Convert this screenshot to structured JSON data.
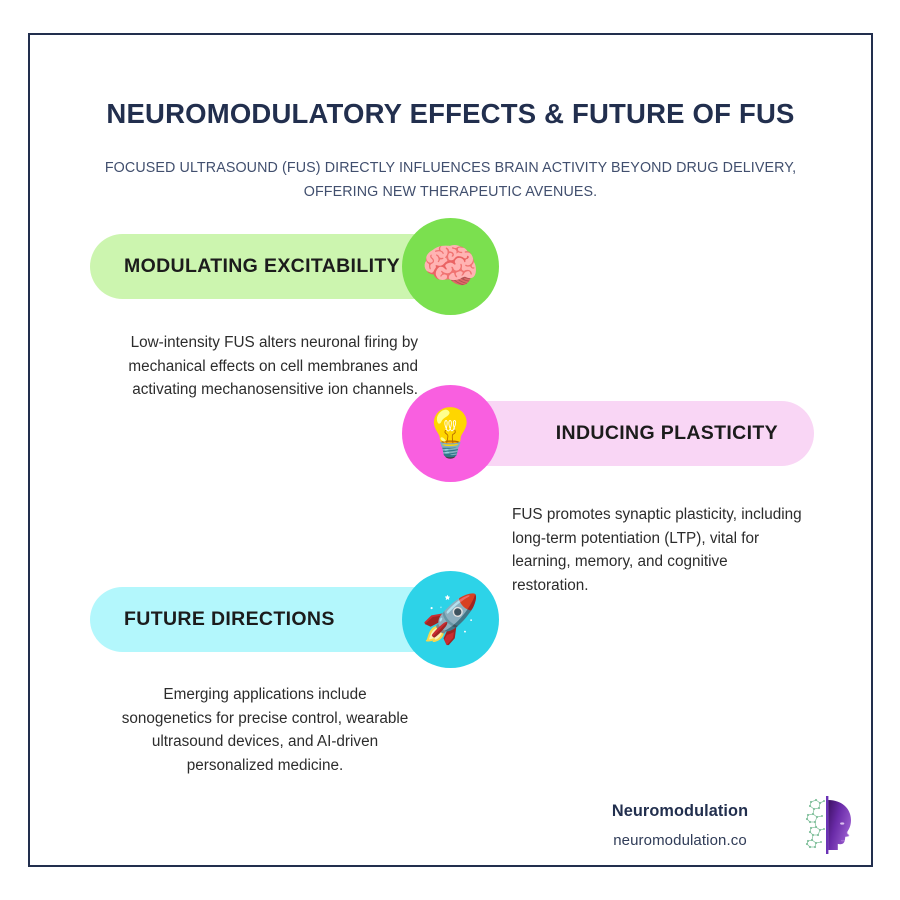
{
  "header": {
    "title": "NEUROMODULATORY EFFECTS & FUTURE OF FUS",
    "subtitle": "FOCUSED ULTRASOUND (FUS) DIRECTLY INFLUENCES BRAIN ACTIVITY BEYOND DRUG DELIVERY, OFFERING NEW THERAPEUTIC AVENUES."
  },
  "sections": [
    {
      "label": "MODULATING EXCITABILITY",
      "body": "Low-intensity FUS alters neuronal firing by mechanical effects on cell membranes and activating mechanosensitive ion channels.",
      "icon": "brain-icon",
      "icon_glyph": "🧠",
      "pill_color": "#ccf5af",
      "circle_color": "#7be04f",
      "align": "left"
    },
    {
      "label": "INDUCING PLASTICITY",
      "body": "FUS promotes synaptic plasticity, including long-term potentiation (LTP), vital for learning, memory, and cognitive restoration.",
      "icon": "lightbulb-icon",
      "icon_glyph": "💡",
      "pill_color": "#f9d6f5",
      "circle_color": "#f95fe0",
      "align": "right"
    },
    {
      "label": "FUTURE DIRECTIONS",
      "body": "Emerging applications include sonogenetics for precise control, wearable ultrasound devices, and AI-driven personalized medicine.",
      "icon": "rocket-icon",
      "icon_glyph": "🚀",
      "pill_color": "#b3f7fc",
      "circle_color": "#2dd3e8",
      "align": "left"
    }
  ],
  "footer": {
    "brand_name": "Neuromodulation",
    "brand_url": "neuromodulation.co",
    "logo_icon": "head-profile-molecule-logo"
  },
  "colors": {
    "frame_border": "#222f4e",
    "title": "#222f4e",
    "subtitle": "#414f6e",
    "body_text": "#2c2c2c",
    "pill_label": "#1c1c1c",
    "background": "#ffffff"
  }
}
